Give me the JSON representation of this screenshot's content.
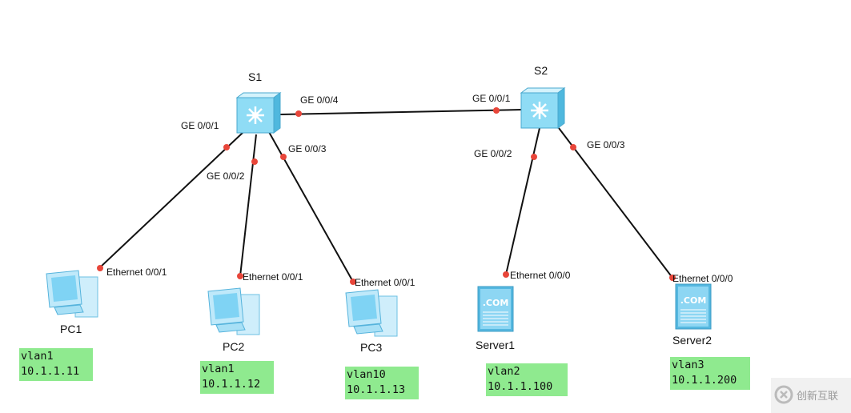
{
  "devices": {
    "s1": {
      "name": "S1"
    },
    "s2": {
      "name": "S2"
    },
    "pc1": {
      "name": "PC1",
      "vlan": "vlan1",
      "ip": "10.1.1.11"
    },
    "pc2": {
      "name": "PC2",
      "vlan": "vlan1",
      "ip": "10.1.1.12"
    },
    "pc3": {
      "name": "PC3",
      "vlan": "vlan10",
      "ip": "10.1.1.13"
    },
    "server1": {
      "name": "Server1",
      "vlan": "vlan2",
      "ip": "10.1.1.100"
    },
    "server2": {
      "name": "Server2",
      "vlan": "vlan3",
      "ip": "10.1.1.200"
    }
  },
  "ports": {
    "s1_ge4": "GE 0/0/4",
    "s2_ge1": "GE 0/0/1",
    "s1_ge1": "GE 0/0/1",
    "s1_ge2": "GE 0/0/2",
    "s1_ge3": "GE 0/0/3",
    "s2_ge2": "GE 0/0/2",
    "s2_ge3": "GE 0/0/3",
    "pc1_eth": "Ethernet 0/0/1",
    "pc2_eth": "Ethernet 0/0/1",
    "pc3_eth": "Ethernet 0/0/1",
    "server1_eth": "Ethernet 0/0/0",
    "server2_eth": "Ethernet 0/0/0"
  },
  "server_badge": ".COM",
  "watermark": {
    "brand": "创新互联"
  },
  "colors": {
    "link": "#111111",
    "port_dot": "#e8463a",
    "info_bg": "#8fea8f",
    "switch_body": "#8fdcf5"
  }
}
